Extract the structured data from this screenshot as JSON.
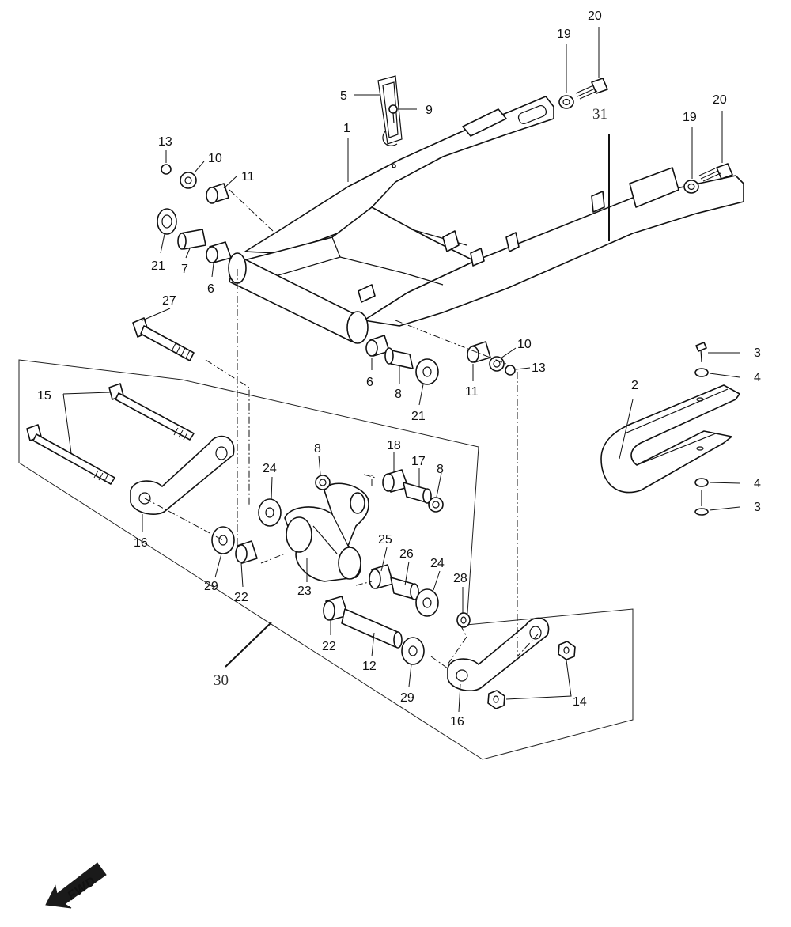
{
  "diagram": {
    "fwd_label": "FWD",
    "callouts": {
      "c1": "1",
      "c2": "2",
      "c3a": "3",
      "c3b": "3",
      "c4a": "4",
      "c4b": "4",
      "c5": "5",
      "c6a": "6",
      "c6b": "6",
      "c7": "7",
      "c8a": "8",
      "c8b": "8",
      "c8c": "8",
      "c9": "9",
      "c10a": "10",
      "c10b": "10",
      "c11a": "11",
      "c11b": "11",
      "c12": "12",
      "c13a": "13",
      "c13b": "13",
      "c14": "14",
      "c15": "15",
      "c16a": "16",
      "c16b": "16",
      "c17": "17",
      "c18": "18",
      "c19a": "19",
      "c19b": "19",
      "c20a": "20",
      "c20b": "20",
      "c21a": "21",
      "c21b": "21",
      "c22a": "22",
      "c22b": "22",
      "c23": "23",
      "c24a": "24",
      "c24b": "24",
      "c25": "25",
      "c26": "26",
      "c27": "27",
      "c28": "28",
      "c29a": "29",
      "c29b": "29",
      "c30": "30",
      "c31": "31"
    }
  }
}
